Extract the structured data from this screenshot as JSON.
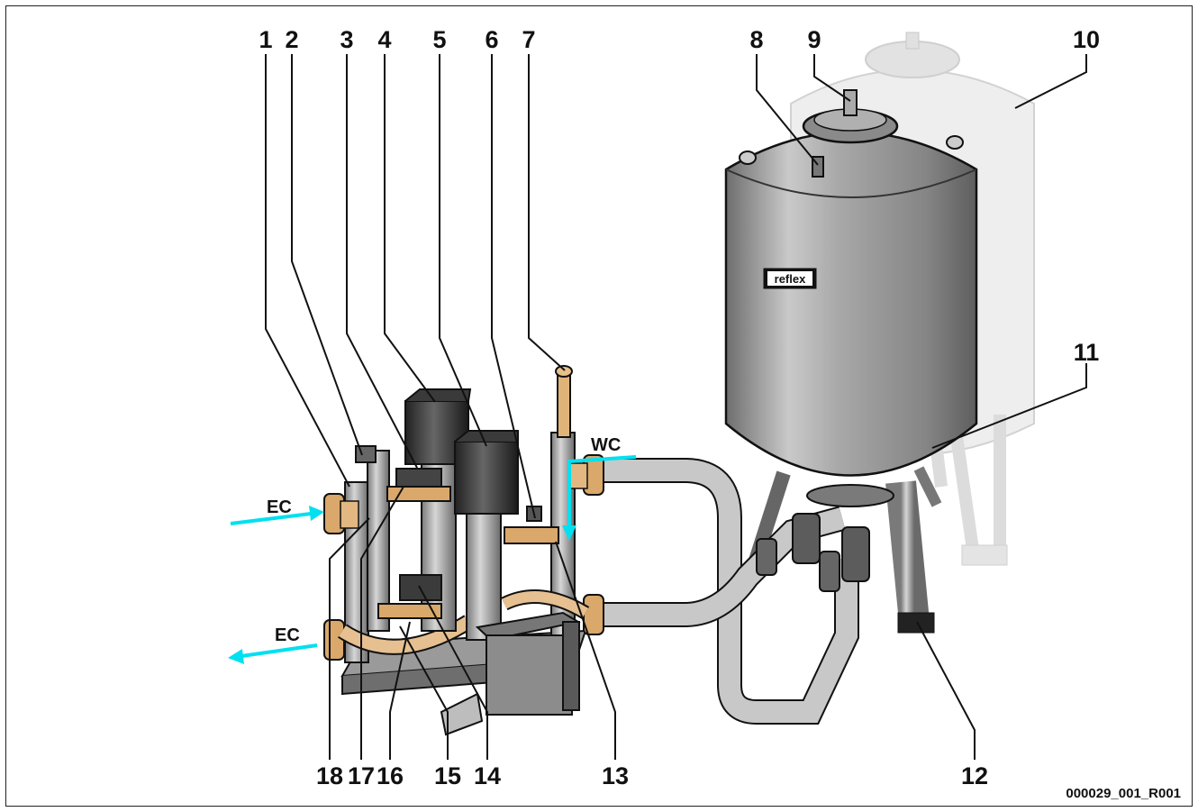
{
  "callouts": [
    {
      "id": "1",
      "label": "1"
    },
    {
      "id": "2",
      "label": "2"
    },
    {
      "id": "3",
      "label": "3"
    },
    {
      "id": "4",
      "label": "4"
    },
    {
      "id": "5",
      "label": "5"
    },
    {
      "id": "6",
      "label": "6"
    },
    {
      "id": "7",
      "label": "7"
    },
    {
      "id": "8",
      "label": "8"
    },
    {
      "id": "9",
      "label": "9"
    },
    {
      "id": "10",
      "label": "10"
    },
    {
      "id": "11",
      "label": "11"
    },
    {
      "id": "12",
      "label": "12"
    },
    {
      "id": "13",
      "label": "13"
    },
    {
      "id": "14",
      "label": "14"
    },
    {
      "id": "15",
      "label": "15"
    },
    {
      "id": "16",
      "label": "16"
    },
    {
      "id": "17",
      "label": "17"
    },
    {
      "id": "18",
      "label": "18"
    }
  ],
  "flows": {
    "ec_in": "EC",
    "ec_out": "EC",
    "wc": "WC"
  },
  "brand": "reflex",
  "drawing_code": "000029_001_R001",
  "colors": {
    "arrow": "#00e0f0",
    "tank": "#9a9a9a",
    "tank_ghost": "#e6e6e6",
    "brass": "#d9a86a",
    "pipe": "#b8b8b8",
    "motor": "#333333",
    "outline": "#111111"
  }
}
